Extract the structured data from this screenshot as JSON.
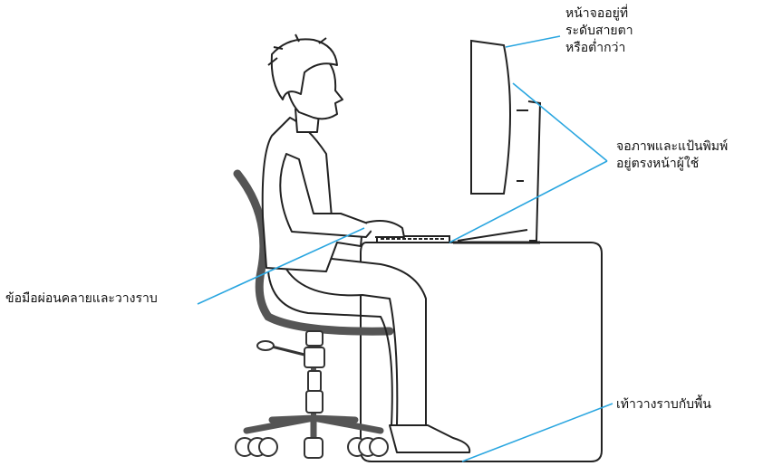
{
  "labels": {
    "screen_height": [
      "หน้าจออยู่ที่",
      "ระดับสายตา",
      "หรือต่ำกว่า"
    ],
    "monitor_keyboard_alignment": [
      "จอภาพและแป้นพิมพ์",
      "อยู่ตรงหน้าผู้ใช้"
    ],
    "wrists": "ข้อมือผ่อนคลายและวางราบ",
    "feet": "เท้าวางราบกับพื้น"
  },
  "colors": {
    "leader_line": "#2aa6e0",
    "outline": "#222222",
    "chair": "#555555"
  }
}
